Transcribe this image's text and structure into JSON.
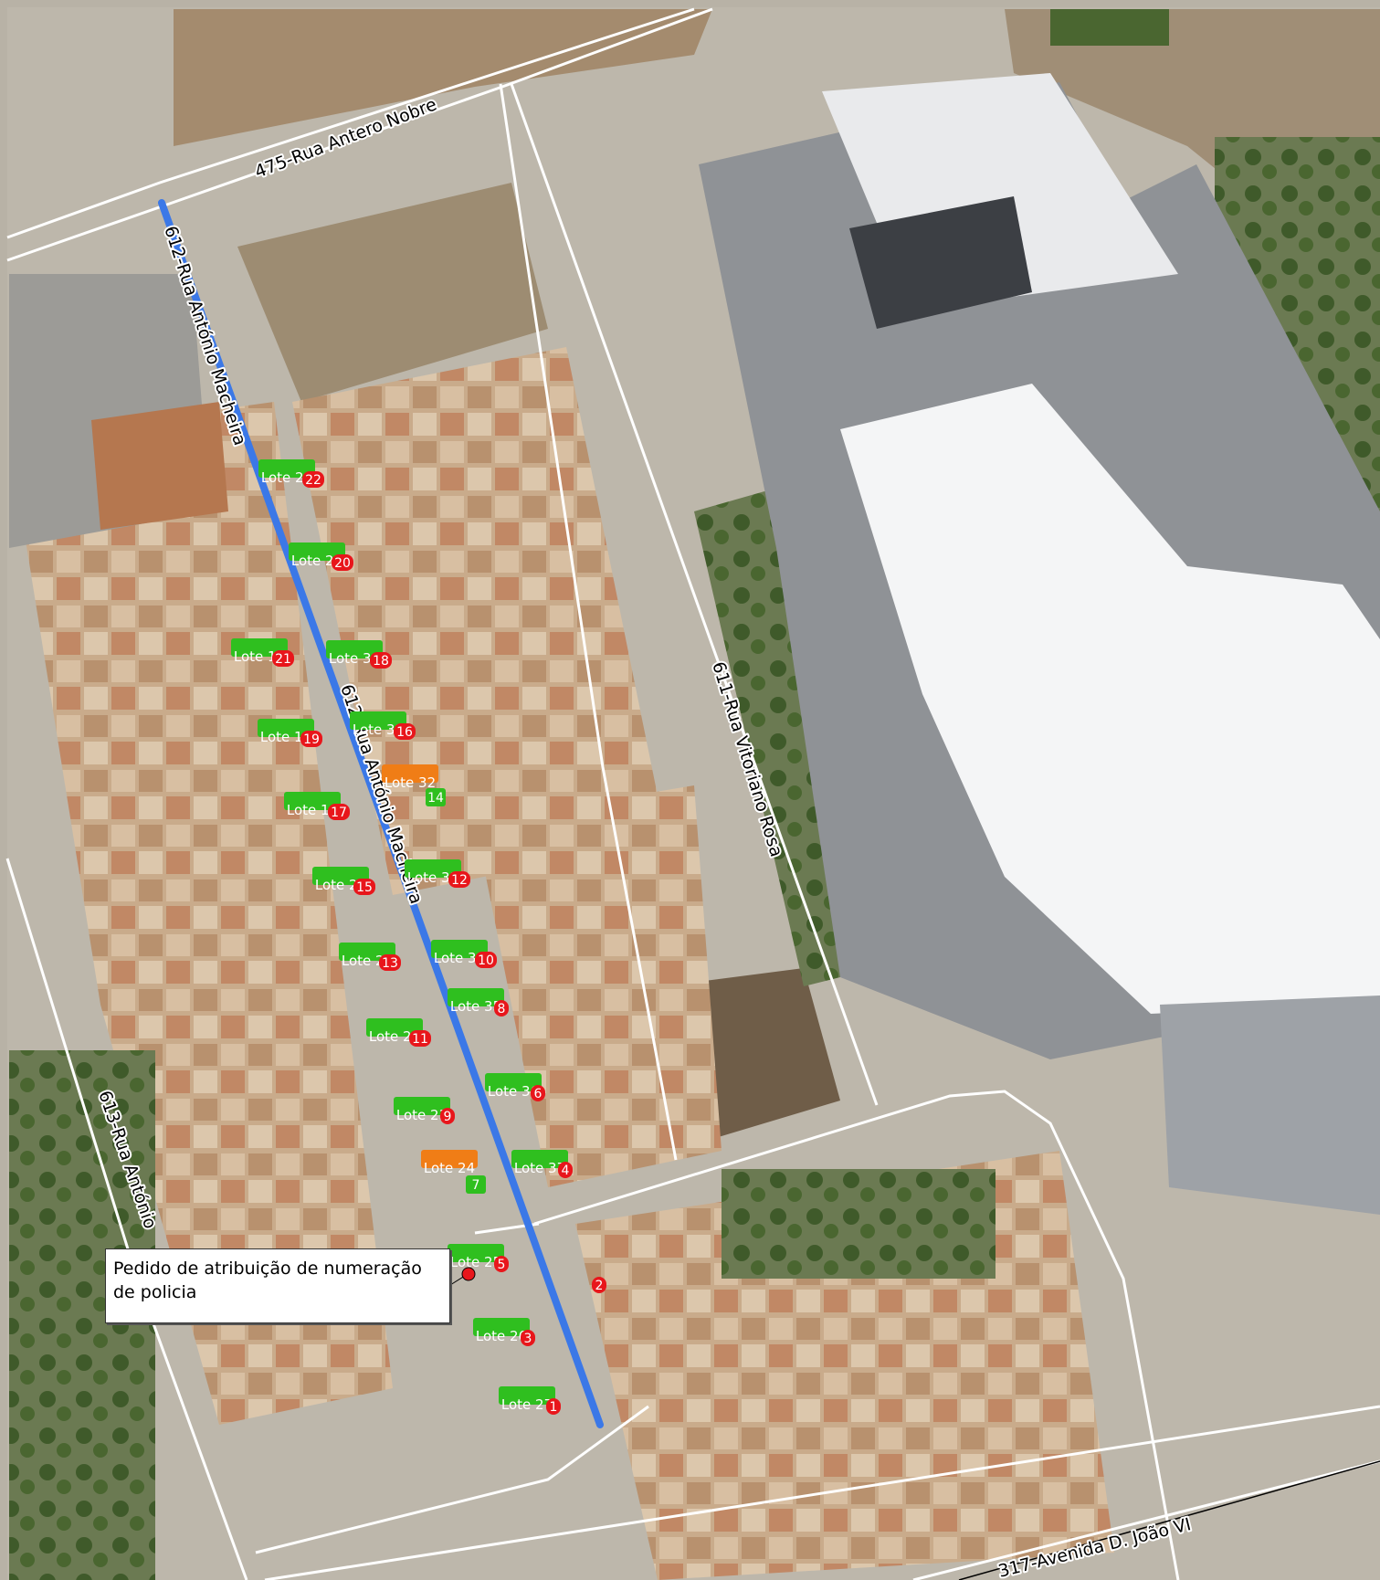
{
  "streets": [
    {
      "id": "rua-antero-nobre",
      "label": "475-Rua Antero Nobre"
    },
    {
      "id": "rua-antonio-macheira-north",
      "label": "612-Rua António Macheira"
    },
    {
      "id": "rua-antonio-macheira-center",
      "label": "612-Rua António Macheira"
    },
    {
      "id": "rua-vitoriano-rosa",
      "label": "611-Rua Vitoriano Rosa"
    },
    {
      "id": "rua-antonio-west",
      "label": "613-Rua António"
    },
    {
      "id": "avenida-d-joao-vi",
      "label": "317-Avenida D. João VI"
    }
  ],
  "lots": [
    {
      "label": "Lote 28",
      "status": "green"
    },
    {
      "label": "Lote 29",
      "status": "green"
    },
    {
      "label": "Lote 17",
      "status": "green"
    },
    {
      "label": "Lote 30",
      "status": "green"
    },
    {
      "label": "Lote 18",
      "status": "green"
    },
    {
      "label": "Lote 31",
      "status": "green"
    },
    {
      "label": "Lote 32",
      "status": "orange"
    },
    {
      "label": "Lote 19",
      "status": "green"
    },
    {
      "label": "Lote 20",
      "status": "green"
    },
    {
      "label": "Lote 33",
      "status": "green"
    },
    {
      "label": "Lote 21",
      "status": "green"
    },
    {
      "label": "Lote 34",
      "status": "green"
    },
    {
      "label": "Lote 35",
      "status": "green"
    },
    {
      "label": "Lote 22",
      "status": "green"
    },
    {
      "label": "Lote 36",
      "status": "green"
    },
    {
      "label": "Lote 23",
      "status": "green"
    },
    {
      "label": "Lote 24",
      "status": "orange"
    },
    {
      "label": "Lote 37",
      "status": "green"
    },
    {
      "label": "Lote 25",
      "status": "green"
    },
    {
      "label": "Lote 26",
      "status": "green"
    },
    {
      "label": "Lote 27",
      "status": "green"
    }
  ],
  "door_numbers_green": [
    "14",
    "7"
  ],
  "door_numbers_red": [
    "22",
    "20",
    "21",
    "18",
    "19",
    "16",
    "17",
    "15",
    "12",
    "13",
    "10",
    "8",
    "11",
    "6",
    "9",
    "4",
    "5",
    "2",
    "3",
    "1"
  ],
  "callout": {
    "text": "Pedido de atribuição de numeração de policia"
  },
  "colors": {
    "highlight_street": "#3b78e7",
    "lot_green": "#2fbf1f",
    "lot_orange": "#f07d16",
    "door_red": "#e8161b",
    "road_outline": "#ffffff"
  }
}
